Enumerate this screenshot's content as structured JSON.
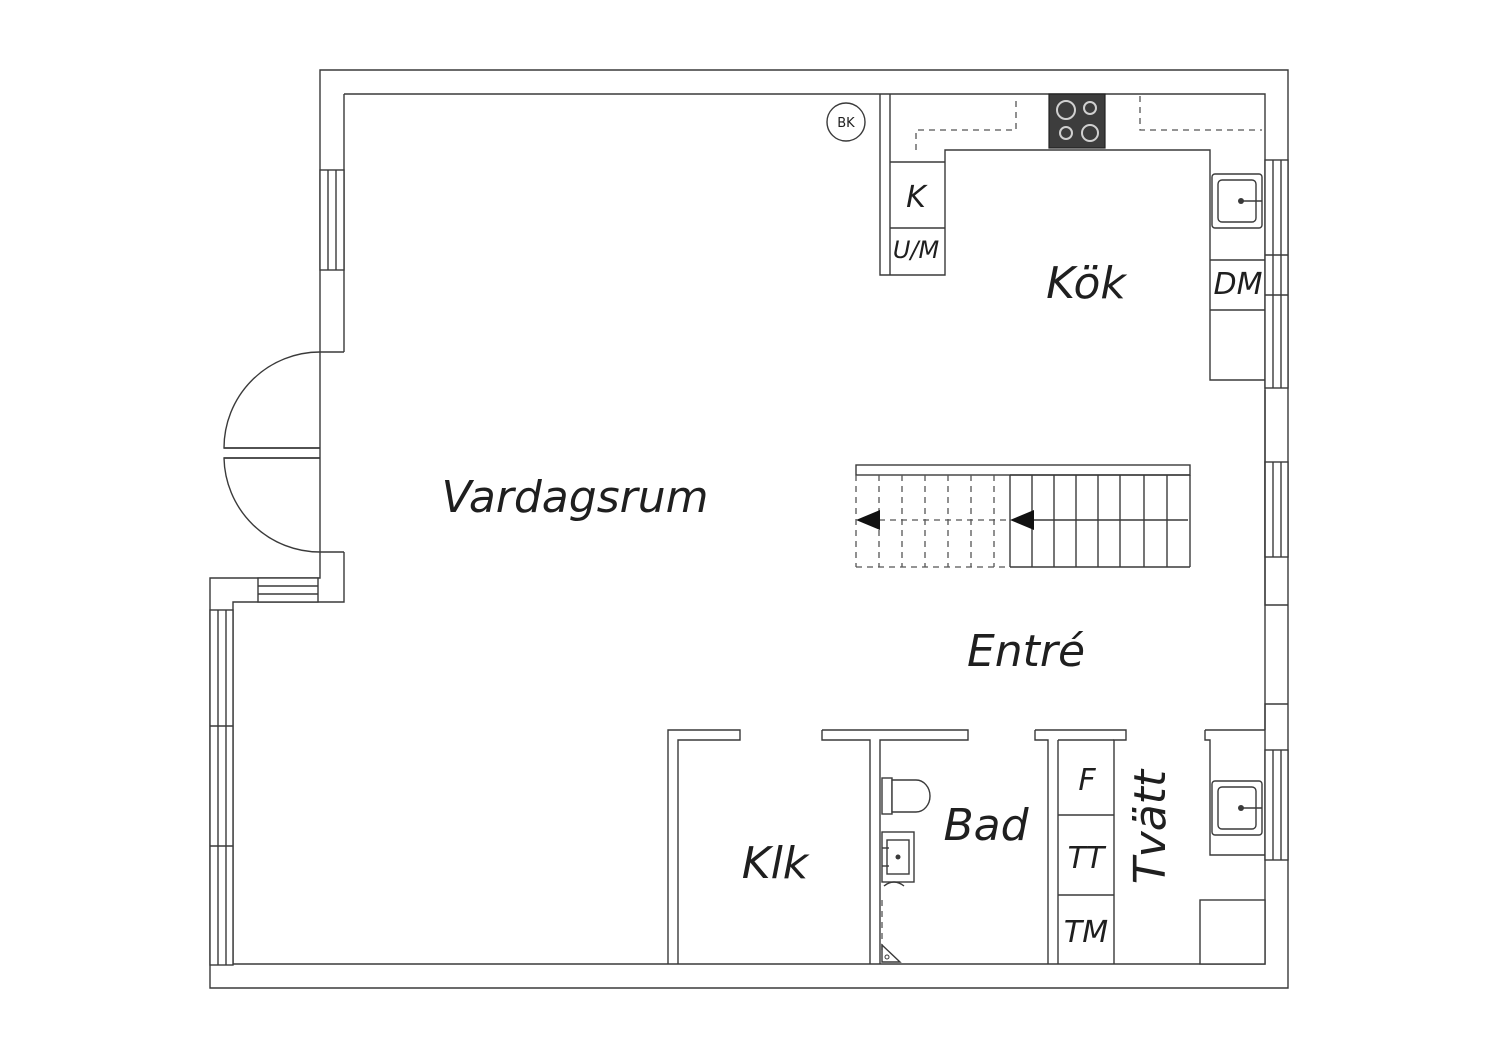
{
  "rooms": {
    "vardagsrum": "Vardagsrum",
    "kok": "Kök",
    "entre": "Entré",
    "bad": "Bad",
    "klk": "Klk",
    "tvatt": "Tvätt"
  },
  "appliances": {
    "bk": "BK",
    "k": "K",
    "um": "U/M",
    "dm": "DM",
    "f": "F",
    "tt": "TT",
    "tm": "TM"
  },
  "colors": {
    "line": "#3a3a3a",
    "stove": "#3d3d3d",
    "background": "#ffffff"
  }
}
